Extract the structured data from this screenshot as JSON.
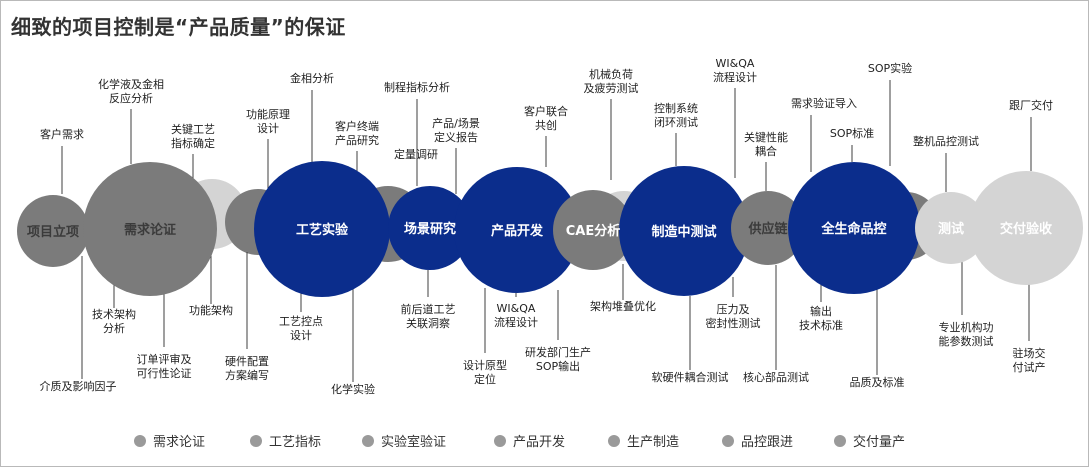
{
  "title": "细致的项目控制是“产品质量”的保证",
  "colors": {
    "dark_gray": "#7b7b7b",
    "light_gray": "#d4d4d4",
    "navy": "#0b2d8c",
    "text": "#222222"
  },
  "bubbles": [
    {
      "id": "b1",
      "label": "项目立项"
    },
    {
      "id": "b2",
      "label": "需求论证"
    },
    {
      "id": "b3",
      "label": "工艺实验"
    },
    {
      "id": "b4",
      "label": "场景研究"
    },
    {
      "id": "b5",
      "label": "产品开发"
    },
    {
      "id": "b6",
      "label": "CAE分析"
    },
    {
      "id": "b7",
      "label": "制造中测试"
    },
    {
      "id": "b8",
      "label": "供应链"
    },
    {
      "id": "b9",
      "label": "全生命品控"
    },
    {
      "id": "b10",
      "label": "测试"
    },
    {
      "id": "b11",
      "label": "交付验收"
    }
  ],
  "annotations": [
    {
      "id": "a1",
      "lines": [
        "客户需求"
      ]
    },
    {
      "id": "a2",
      "lines": [
        "化学液及金相",
        "反应分析"
      ]
    },
    {
      "id": "a3",
      "lines": [
        "关键工艺",
        "指标确定"
      ]
    },
    {
      "id": "a4",
      "lines": [
        "功能原理",
        "设计"
      ]
    },
    {
      "id": "a5",
      "lines": [
        "金相分析"
      ]
    },
    {
      "id": "a6",
      "lines": [
        "客户终端",
        "产品研究"
      ]
    },
    {
      "id": "a7",
      "lines": [
        "制程指标分析"
      ]
    },
    {
      "id": "a8",
      "lines": [
        "定量调研"
      ]
    },
    {
      "id": "a9",
      "lines": [
        "产品/场景",
        "定义报告"
      ]
    },
    {
      "id": "a10",
      "lines": [
        "客户联合",
        "共创"
      ]
    },
    {
      "id": "a11",
      "lines": [
        "机械负荷",
        "及疲劳测试"
      ]
    },
    {
      "id": "a12",
      "lines": [
        "控制系统",
        "闭环测试"
      ]
    },
    {
      "id": "a13",
      "lines": [
        "WI&QA",
        "流程设计"
      ]
    },
    {
      "id": "a14",
      "lines": [
        "关键性能",
        "耦合"
      ]
    },
    {
      "id": "a15",
      "lines": [
        "需求验证导入"
      ]
    },
    {
      "id": "a16",
      "lines": [
        "SOP实验"
      ]
    },
    {
      "id": "a17",
      "lines": [
        "SOP标准"
      ]
    },
    {
      "id": "a18",
      "lines": [
        "整机品控测试"
      ]
    },
    {
      "id": "a19",
      "lines": [
        "跟厂交付"
      ]
    },
    {
      "id": "a20",
      "lines": [
        "技术架构",
        "分析"
      ]
    },
    {
      "id": "a21",
      "lines": [
        "介质及影响因子"
      ]
    },
    {
      "id": "a22",
      "lines": [
        "订单评审及",
        "可行性论证"
      ]
    },
    {
      "id": "a23",
      "lines": [
        "功能架构"
      ]
    },
    {
      "id": "a24",
      "lines": [
        "硬件配置",
        "方案编写"
      ]
    },
    {
      "id": "a25",
      "lines": [
        "工艺控点",
        "设计"
      ]
    },
    {
      "id": "a26",
      "lines": [
        "化学实验"
      ]
    },
    {
      "id": "a27",
      "lines": [
        "前后道工艺",
        "关联洞察"
      ]
    },
    {
      "id": "a28",
      "lines": [
        "WI&QA",
        "流程设计"
      ]
    },
    {
      "id": "a29",
      "lines": [
        "设计原型",
        "定位"
      ]
    },
    {
      "id": "a30",
      "lines": [
        "研发部门生产",
        "SOP输出"
      ]
    },
    {
      "id": "a31",
      "lines": [
        "架构堆叠优化"
      ]
    },
    {
      "id": "a32",
      "lines": [
        "软硬件耦合测试"
      ]
    },
    {
      "id": "a33",
      "lines": [
        "压力及",
        "密封性测试"
      ]
    },
    {
      "id": "a34",
      "lines": [
        "核心部品测试"
      ]
    },
    {
      "id": "a35",
      "lines": [
        "输出",
        "技术标准"
      ]
    },
    {
      "id": "a36",
      "lines": [
        "品质及标准"
      ]
    },
    {
      "id": "a37",
      "lines": [
        "专业机构功",
        "能参数测试"
      ]
    },
    {
      "id": "a38",
      "lines": [
        "驻场交",
        "付试产"
      ]
    }
  ],
  "legend": [
    "需求论证",
    "工艺指标",
    "实验室验证",
    "产品开发",
    "生产制造",
    "品控跟进",
    "交付量产"
  ]
}
